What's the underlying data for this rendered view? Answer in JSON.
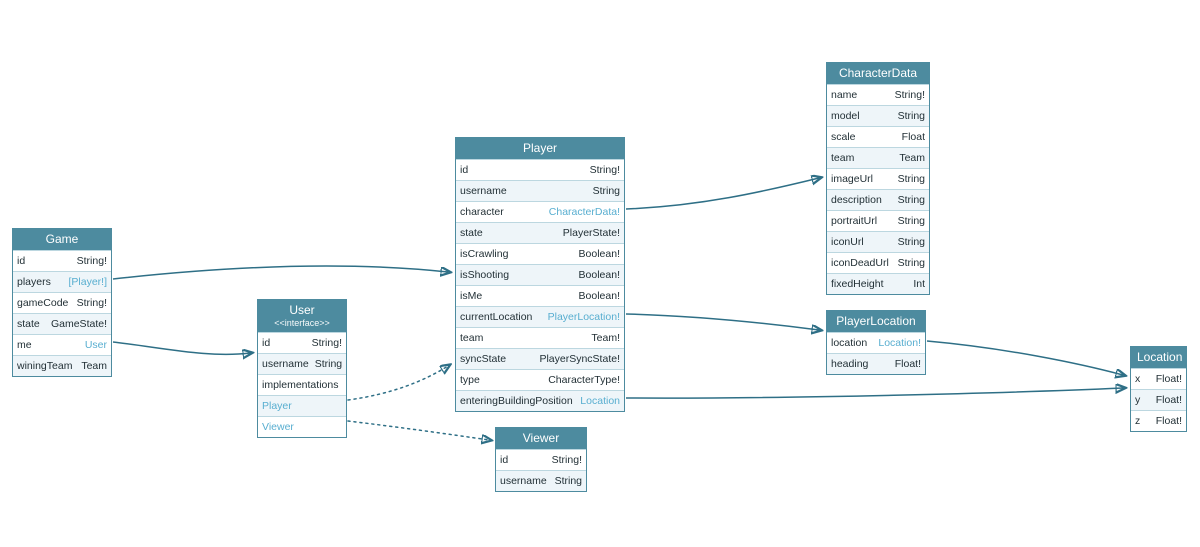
{
  "diagram": {
    "colors": {
      "header": "#4d8b9f",
      "border": "#4d8b9f",
      "link": "#58aed0",
      "edge": "#2e6f86",
      "row_alt": "#eef5f9"
    },
    "entities": [
      {
        "id": "game",
        "title": "Game",
        "fields": [
          {
            "name": "id",
            "type": "String!"
          },
          {
            "name": "players",
            "type": "[Player!]",
            "link": true
          },
          {
            "name": "gameCode",
            "type": "String!"
          },
          {
            "name": "state",
            "type": "GameState!"
          },
          {
            "name": "me",
            "type": "User",
            "link": true
          },
          {
            "name": "winingTeam",
            "type": "Team"
          }
        ]
      },
      {
        "id": "user",
        "title": "User",
        "stereotype": "<<interface>>",
        "fields": [
          {
            "name": "id",
            "type": "String!"
          },
          {
            "name": "username",
            "type": "String"
          },
          {
            "name": "implementations",
            "type": ""
          },
          {
            "name": "Player",
            "type": "",
            "link": true
          },
          {
            "name": "Viewer",
            "type": "",
            "link": true
          }
        ]
      },
      {
        "id": "player",
        "title": "Player",
        "fields": [
          {
            "name": "id",
            "type": "String!"
          },
          {
            "name": "username",
            "type": "String"
          },
          {
            "name": "character",
            "type": "CharacterData!",
            "link": true
          },
          {
            "name": "state",
            "type": "PlayerState!"
          },
          {
            "name": "isCrawling",
            "type": "Boolean!"
          },
          {
            "name": "isShooting",
            "type": "Boolean!"
          },
          {
            "name": "isMe",
            "type": "Boolean!"
          },
          {
            "name": "currentLocation",
            "type": "PlayerLocation!",
            "link": true
          },
          {
            "name": "team",
            "type": "Team!"
          },
          {
            "name": "syncState",
            "type": "PlayerSyncState!"
          },
          {
            "name": "type",
            "type": "CharacterType!"
          },
          {
            "name": "enteringBuildingPosition",
            "type": "Location",
            "link": true
          }
        ]
      },
      {
        "id": "characterdata",
        "title": "CharacterData",
        "fields": [
          {
            "name": "name",
            "type": "String!"
          },
          {
            "name": "model",
            "type": "String"
          },
          {
            "name": "scale",
            "type": "Float"
          },
          {
            "name": "team",
            "type": "Team"
          },
          {
            "name": "imageUrl",
            "type": "String"
          },
          {
            "name": "description",
            "type": "String"
          },
          {
            "name": "portraitUrl",
            "type": "String"
          },
          {
            "name": "iconUrl",
            "type": "String"
          },
          {
            "name": "iconDeadUrl",
            "type": "String"
          },
          {
            "name": "fixedHeight",
            "type": "Int"
          }
        ]
      },
      {
        "id": "playerlocation",
        "title": "PlayerLocation",
        "fields": [
          {
            "name": "location",
            "type": "Location!",
            "link": true
          },
          {
            "name": "heading",
            "type": "Float!"
          }
        ]
      },
      {
        "id": "location",
        "title": "Location",
        "fields": [
          {
            "name": "x",
            "type": "Float!"
          },
          {
            "name": "y",
            "type": "Float!"
          },
          {
            "name": "z",
            "type": "Float!"
          }
        ]
      },
      {
        "id": "viewer",
        "title": "Viewer",
        "fields": [
          {
            "name": "id",
            "type": "String!"
          },
          {
            "name": "username",
            "type": "String"
          }
        ]
      }
    ],
    "relations": [
      {
        "from": "Game.players",
        "to": "Player",
        "style": "solid"
      },
      {
        "from": "Game.me",
        "to": "User",
        "style": "solid"
      },
      {
        "from": "Player.character",
        "to": "CharacterData",
        "style": "solid"
      },
      {
        "from": "Player.currentLocation",
        "to": "PlayerLocation",
        "style": "solid"
      },
      {
        "from": "Player.enteringBuildingPosition",
        "to": "Location",
        "style": "solid"
      },
      {
        "from": "PlayerLocation.location",
        "to": "Location",
        "style": "solid"
      },
      {
        "from": "User",
        "to": "Player",
        "style": "dotted"
      },
      {
        "from": "User",
        "to": "Viewer",
        "style": "dotted"
      }
    ]
  }
}
